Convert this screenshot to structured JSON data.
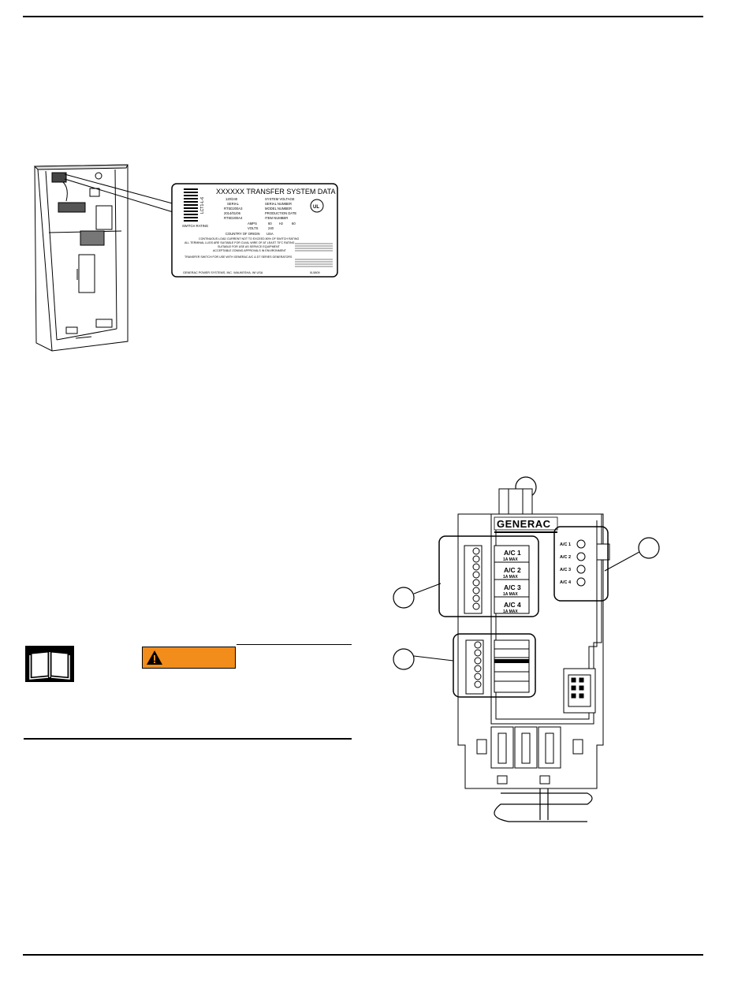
{
  "label_plate": {
    "title": "XXXXXX TRANSFER SYSTEM DATA",
    "side_code": "LCT1-L-6",
    "left_values": [
      "120/240",
      "SERIAL",
      "RTSD200A3",
      "2014/01/06",
      "RTSD200A4"
    ],
    "right_fields": [
      "SYSTEM VOLTAGE",
      "SERIAL NUMBER",
      "MODEL NUMBER",
      "PRODUCTION DATE",
      "ITEM NUMBER"
    ],
    "switch_rating_label": "SWITCH RATING",
    "amps_label": "AMPS",
    "amps_value": "60",
    "hz_label": "Hz",
    "hz_value": "60",
    "volts_label": "VOLTS",
    "volts_value": "240",
    "country_label": "COUNTRY OF ORIGIN",
    "country_value": "USA",
    "notes": [
      "CONTINUOUS LOAD CURRENT NOT TO EXCEED 80% OF SWITCH RATING",
      "ALL TERMINAL LUGS ARE SUITABLE FOR CU/AL WIRE OF AT LEAST 75°C RATING",
      "SUITABLE FOR USE AS SERVICE EQUIPMENT",
      "ACCEPTABLE ZONING APPROVALS IN ENVIRONMENT",
      "TRANSFER SWITCH FOR USE WITH GENERAC A/C & DT SERIES GENERATORS"
    ],
    "footer_left": "GENERAC POWER SYSTEMS, INC.   WAUKESHA, WI USA",
    "footer_right": "0L5809"
  },
  "module": {
    "brand": "GENERAC",
    "ac_channels": [
      {
        "label": "A/C 1",
        "rating": "1A MAX"
      },
      {
        "label": "A/C 2",
        "rating": "1A MAX"
      },
      {
        "label": "A/C 3",
        "rating": "1A MAX"
      },
      {
        "label": "A/C 4",
        "rating": "1A MAX"
      }
    ],
    "led_labels": [
      "A/C 1",
      "A/C 2",
      "A/C 3",
      "A/C 4"
    ]
  },
  "colors": {
    "warning_orange": "#f28c1a",
    "rule": "#000000"
  },
  "icons": {
    "manual": "open-book-icon",
    "warning": "warning-triangle-icon"
  }
}
